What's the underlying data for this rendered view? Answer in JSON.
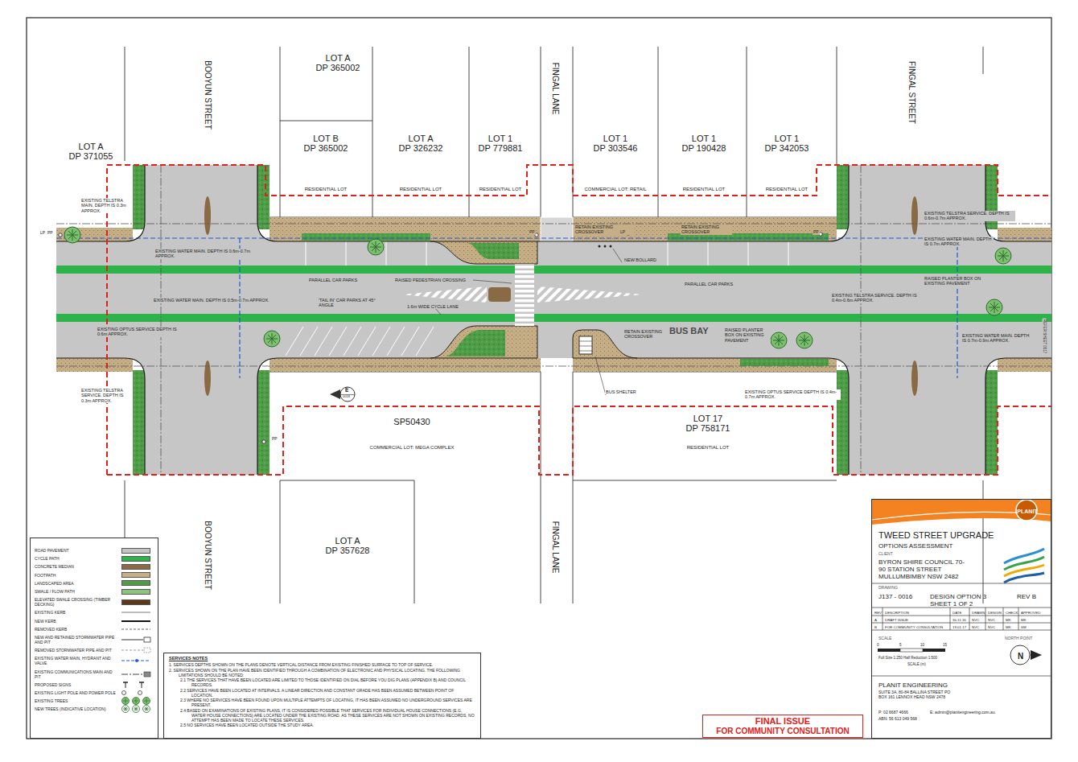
{
  "diagram": {
    "title": "TWEED STREET UPGRADE",
    "nodes": [
      {
        "text": [
          "LOT A",
          "DP 371055"
        ]
      },
      {
        "text": [
          "LOT A",
          "DP 365002"
        ]
      },
      {
        "text": [
          "LOT B",
          "DP 365002",
          "RESIDENTIAL LOT"
        ]
      },
      {
        "text": [
          "LOT A",
          "DP 326232",
          "RESIDENTIAL LOT"
        ]
      },
      {
        "text": [
          "LOT 1",
          "DP 779881",
          "RESIDENTIAL LOT"
        ]
      },
      {
        "text": [
          "LOT 1",
          "DP 303546",
          "COMMERCIAL LOT: RETAIL"
        ]
      },
      {
        "text": [
          "LOT 1",
          "DP 190428",
          "RESIDENTIAL LOT"
        ]
      },
      {
        "text": [
          "LOT 1",
          "DP 342053",
          "RESIDENTIAL LOT"
        ]
      },
      {
        "text": [
          "SP50430",
          "COMMERCIAL LOT: MEGA COMPLEX"
        ]
      },
      {
        "text": [
          "LOT 17",
          "DP 758171",
          "RESIDENTIAL LOT"
        ]
      },
      {
        "text": [
          "LOT A",
          "DP 357628"
        ]
      },
      {
        "text": [
          "SERVICES NOTES",
          "1. SERVICES DEPTHS SHOWN ON THE PLANS DENOTE VERTICAL DISTANCE FROM EXISTING FINISHED SURFACE TO TOP OF SERVICE.",
          "2. SERVICES SHOWN ON THE PLAN HAVE BEEN IDENTIFIED THROUGH A COMBINATION OF ELECTRONIC AND PHYSICAL LOCATING. THE FOLLOWING LIMITATIONS SHOULD BE NOTED:",
          "2.1 THE SERVICES THAT HAVE BEEN LOCATED ARE LIMITED TO THOSE IDENTIFIED ON DIAL BEFORE YOU DIG PLANS (APPENDIX B) AND COUNCIL RECORDS.",
          "2.2 SERVICES HAVE BEEN LOCATED AT INTERVALS. A LINEAR DIRECTION AND CONSTANT GRADE HAS BEEN ASSUMED BETWEEN POINT OF LOCATION.",
          "2.3 WHERE NO SERVICES HAVE BEEN FOUND UPON MULTIPLE ATTEMPTS OF LOCATING, IT HAS BEEN ASSUMED NO UNDERGROUND SERVICES ARE PRESENT.",
          "2.4 BASED ON EXAMINATIONS OF EXISTING PLANS, IT IS CONSIDERED POSSIBLE THAT SERVICES FOR INDIVIDUAL HOUSE CONNECTIONS (E.G. WATER HOUSE CONNECTIONS) ARE LOCATED UNDER THE EXISTING ROAD. AS THESE SERVICES ARE NOT SHOWN ON EXISTING RECORDS, NO ATTEMPT HAS BEEN MADE TO LOCATE THESE SERVICES.",
          "2.5 NO SERVICES HAVE BEEN LOCATED OUTSIDE THE STUDY AREA."
        ]
      },
      {
        "text": [
          "FINAL ISSUE",
          "FOR COMMUNITY CONSULTATION"
        ]
      },
      {
        "text": [
          "PLANIT",
          "OPTIONS ASSESSMENT",
          "CLIENT",
          "BYRON SHIRE COUNCIL 70-90 STATION STREET MULLUMBIMBY NSW 2482",
          "DRAWING",
          "J137 - 0016",
          "DESIGN OPTION 3 SHEET 1 OF 2",
          "REV B",
          "REV",
          "DESCRIPTION",
          "DATE",
          "DRAWN",
          "DESIGN",
          "CHECK",
          "APPROVED",
          "A",
          "DRAFT ISSUE",
          "30.11.16",
          "NVC",
          "NVC",
          "MK",
          "MK",
          "B",
          "FOR COMMUNITY CONSULTATION",
          "19.01.17",
          "NVC",
          "NVC",
          "MK",
          "SM",
          "SCALE",
          "NORTH POINT",
          "0",
          "5",
          "10",
          "15",
          "Full Size 1:250 Half Reduction 1:500",
          "SCALE (m)",
          "N",
          "PLANIT ENGINEERING",
          "SUITE 3A, 80-84 BALLINA STREET PO BOX 161 LENNOX HEAD NSW 2478",
          "P: 02 6687 4666",
          "E: admin@planitengineering.com.au",
          "ABN: 56 613 049 568"
        ]
      }
    ],
    "labels": [
      "BOOYUN STREET",
      "FINGAL LANE",
      "FINGAL STREET",
      "BOOYUN STREET",
      "FINGAL LANE",
      "EXISTING TELSTRA MAIN. DEPTH IS 0.3m APPROX.",
      "EXISTING WATER MAIN. DEPTH IS 0.6m-0.7m APPROX.",
      "PARALLEL CAR PARKS",
      "RAISED PEDESTRIAN CROSSING",
      "EXISTING WATER MAIN. DEPTH IS 0.5m-0.7m APPROX.",
      "'TAIL IN' CAR PARKS AT 45° ANGLE",
      "1.6m WIDE CYCLE LANE",
      "EXISTING OPTUS SERVICE DEPTH IS 0.6m APPROX.",
      "EXISTING TELSTRA SERVICE. DEPTH IS 0.3m APPROX.",
      "RETAIN EXISTING CROSSOVER",
      "RETAIN EXISTING CROSSOVER",
      "NEW BOLLARD",
      "PARALLEL CAR PARKS",
      "RETAIN EXISTING CROSSOVER",
      "BUS BAY",
      "RAISED PLANTER BOX ON EXISTING PAVEMENT",
      "RAISED PLANTER BOX ON EXISTING PAVEMENT",
      "EXISTING TELSTRA SERVICE. DEPTH IS 0.6m-0.7m APPROX.",
      "EXISTING WATER MAIN. DEPTH IS 0.7m APPROX.",
      "EXISTING TELSTRA SERVICE. DEPTH IS 0.4m-0.6m APPROX.",
      "EXISTING WATER MAIN. DEPTH IS 0.7m-0.9m APPROX.",
      "BUS SHELTER",
      "EXISTING OPTUS SERVICE DEPTH IS 0.4m-0.7m APPROX.",
      "REFER SHEET 0017",
      "E",
      "0018",
      "LP",
      "PP",
      "PP",
      "LP",
      "PP",
      "LP",
      "PP",
      "PP"
    ],
    "legend": [
      {
        "text": "ROAD PAVEMENT",
        "color": "#c6c6c6"
      },
      {
        "text": "CYCLE PATH",
        "color": "#2db34a"
      },
      {
        "text": "CONCRETE MEDIAN",
        "color": "#8a6a45"
      },
      {
        "text": "FOOTPATH",
        "color": "#c6ae86"
      },
      {
        "text": "LANDSCAPED AREA",
        "color": "#4f9e47"
      },
      {
        "text": "SWALE / FLOW PATH",
        "color": "#8cc47e"
      },
      {
        "text": "ELEVATED SWALE CROSSING (TIMBER DECKING)",
        "color": "#5b3a1c"
      },
      {
        "text": "EXISTING KERB"
      },
      {
        "text": "NEW KERB"
      },
      {
        "text": "REMOVED KERB"
      },
      {
        "text": "NEW AND RETAINED STORMWATER PIPE AND PIT"
      },
      {
        "text": "REMOVED STORMWATER PIPE AND PIT"
      },
      {
        "text": "EXISTING WATER MAIN, HYDRANT AND VALVE"
      },
      {
        "text": "EXISTING COMMUNICATIONS MAIN AND PIT"
      },
      {
        "text": "PROPOSED SIGNS"
      },
      {
        "text": "EXISTING LIGHT POLE AND POWER POLE"
      },
      {
        "text": "EXISTING TREES"
      },
      {
        "text": "NEW TREES (INDICATIVE LOCATION)"
      }
    ]
  }
}
